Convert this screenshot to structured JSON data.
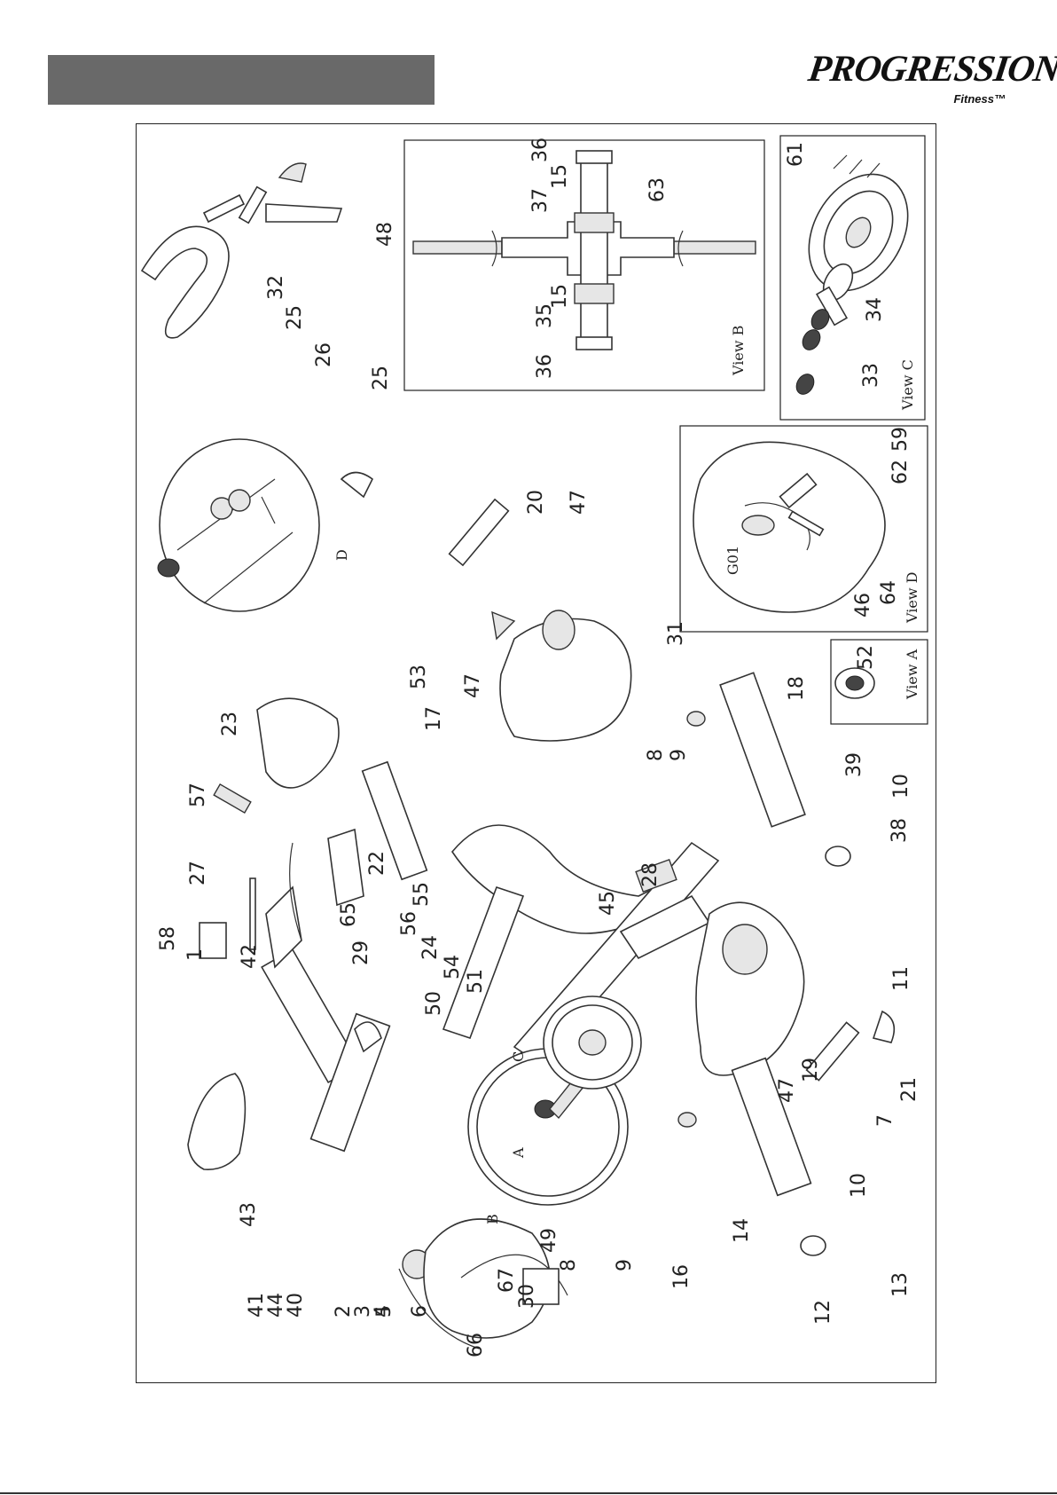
{
  "brand": {
    "name": "PROGRESSION",
    "sub": "Fitness™"
  },
  "views": {
    "A": "View A",
    "B": "View B",
    "C": "View C",
    "D": "View D"
  },
  "callouts": {
    "p1": "1",
    "p2": "2",
    "p3": "3",
    "p4": "4",
    "p5": "5",
    "p6": "6",
    "p7": "7",
    "p8a": "8",
    "p8b": "8",
    "p9a": "9",
    "p9b": "9",
    "p10a": "10",
    "p10b": "10",
    "p11": "11",
    "p12": "12",
    "p13": "13",
    "p14": "14",
    "p15a": "15",
    "p15b": "15",
    "p16": "16",
    "p17": "17",
    "p18": "18",
    "p19": "19",
    "p20": "20",
    "p21": "21",
    "p22": "22",
    "p23": "23",
    "p24": "24",
    "p25a": "25",
    "p25b": "25",
    "p26": "26",
    "p27": "27",
    "p28": "28",
    "p29": "29",
    "p30": "30",
    "p31": "31",
    "p32": "32",
    "p33": "33",
    "p34": "34",
    "p35": "35",
    "p36a": "36",
    "p36b": "36",
    "p37": "37",
    "p38": "38",
    "p39": "39",
    "p40": "40",
    "p41": "41",
    "p42": "42",
    "p43": "43",
    "p44": "44",
    "p45": "45",
    "p46": "46",
    "p47a": "47",
    "p47b": "47",
    "p47c": "47",
    "p48": "48",
    "p49": "49",
    "p50": "50",
    "p51": "51",
    "p52": "52",
    "p53": "53",
    "p54": "54",
    "p55": "55",
    "p56": "56",
    "p57": "57",
    "p58": "58",
    "p59": "59",
    "p61": "61",
    "p62": "62",
    "p63": "63",
    "p64": "64",
    "p65": "65",
    "p66": "66",
    "p67": "67",
    "g01": "G01",
    "refA": "A",
    "refB": "B",
    "refC": "C",
    "refD": "D"
  }
}
